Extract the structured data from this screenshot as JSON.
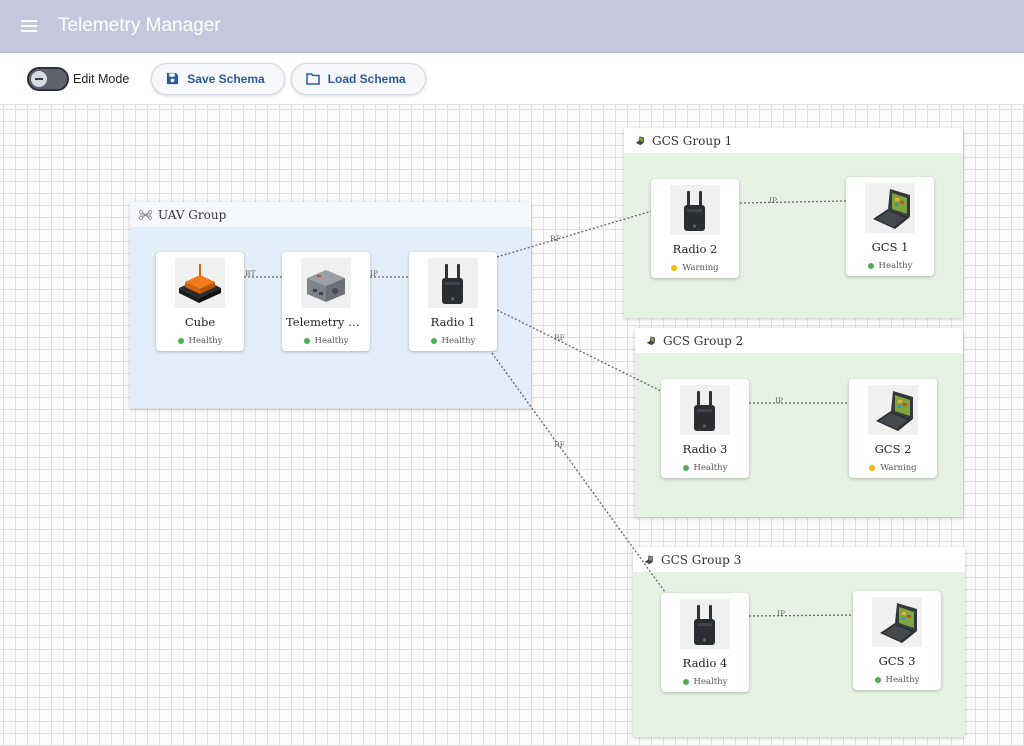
{
  "app": {
    "title": "Telemetry Manager",
    "accent_color": "#2c5aa0",
    "header_color": "#c5c8dc"
  },
  "toolbar": {
    "edit_mode_label": "Edit Mode",
    "edit_mode_on": false,
    "save_label": "Save Schema",
    "load_label": "Load Schema"
  },
  "groups": {
    "uav": {
      "label": "UAV Group",
      "icon": "drone-icon"
    },
    "gcs1": {
      "label": "GCS Group 1",
      "icon": "laptop-icon"
    },
    "gcs2": {
      "label": "GCS Group 2",
      "icon": "laptop-icon"
    },
    "gcs3": {
      "label": "GCS Group 3",
      "icon": "laptop-icon"
    }
  },
  "nodes": {
    "cube": {
      "name": "Cube",
      "status": "Healthy",
      "icon": "flight-controller-icon"
    },
    "telemetry": {
      "name": "Telemetry Module",
      "status": "Healthy",
      "icon": "telemetry-module-icon"
    },
    "radio1": {
      "name": "Radio 1",
      "status": "Healthy",
      "icon": "radio-icon"
    },
    "radio2": {
      "name": "Radio 2",
      "status": "Warning",
      "icon": "radio-icon"
    },
    "gcs1": {
      "name": "GCS 1",
      "status": "Healthy",
      "icon": "rugged-laptop-icon"
    },
    "radio3": {
      "name": "Radio 3",
      "status": "Healthy",
      "icon": "radio-icon"
    },
    "gcs2": {
      "name": "GCS 2",
      "status": "Warning",
      "icon": "rugged-laptop-icon"
    },
    "radio4": {
      "name": "Radio 4",
      "status": "Healthy",
      "icon": "radio-icon"
    },
    "gcs3": {
      "name": "GCS 3",
      "status": "Healthy",
      "icon": "rugged-laptop-icon"
    }
  },
  "links": {
    "cube_telemetry": "BT",
    "telemetry_radio1": "IP",
    "radio1_radio2": "RF",
    "radio1_radio3": "RF",
    "radio1_radio4": "RF",
    "radio2_gcs1": "IP",
    "radio3_gcs2": "IP",
    "radio4_gcs3": "IP"
  },
  "status_colors": {
    "Healthy": "#4caf50",
    "Warning": "#f5b800"
  }
}
